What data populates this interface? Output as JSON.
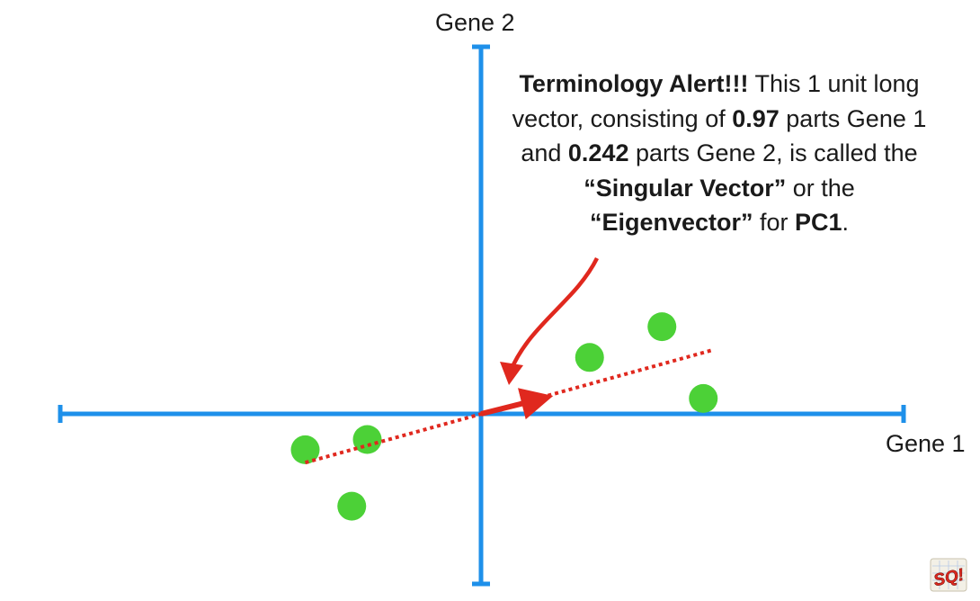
{
  "axes": {
    "x_label": "Gene 1",
    "y_label": "Gene 2"
  },
  "callout": {
    "alert": "Terminology Alert!!!",
    "t1": " This 1 unit long vector, consisting of ",
    "v1": "0.97",
    "t2": " parts Gene 1 and ",
    "v2": "0.242",
    "t3": " parts Gene 2, is called the ",
    "q1": "“Singular Vector”",
    "t4": " or the ",
    "q2": "“Eigenvector”",
    "t5": " for ",
    "pc": "PC1",
    "t6": "."
  },
  "logo_text": "SQ!",
  "colors": {
    "axis": "#1e90ea",
    "points": "#4cd137",
    "vector": "#e0281e",
    "text": "#1a1a1a"
  },
  "chart_data": {
    "type": "scatter",
    "points": [
      {
        "x": -3.4,
        "y": -0.7
      },
      {
        "x": -2.2,
        "y": -0.5
      },
      {
        "x": -2.5,
        "y": -1.8
      },
      {
        "x": 2.1,
        "y": 1.1
      },
      {
        "x": 3.5,
        "y": 1.7
      },
      {
        "x": 4.3,
        "y": 0.3
      }
    ],
    "singular_vector": [
      0.97,
      0.242
    ],
    "best_fit_line": {
      "from": [
        -3.4,
        -0.95
      ],
      "to": [
        4.5,
        1.25
      ]
    }
  }
}
